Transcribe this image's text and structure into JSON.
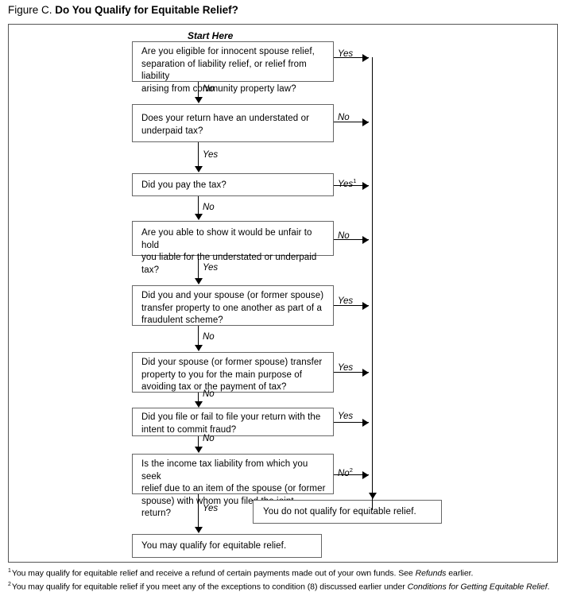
{
  "figure": {
    "label": "Figure C.",
    "title": "Do You Qualify for Equitable Relief?"
  },
  "start_label": "Start Here",
  "nodes": [
    {
      "id": "q1",
      "lines": [
        "Are you eligible for innocent spouse relief,",
        "separation of liability relief, or relief from liability",
        "arising from community property law?"
      ],
      "exit_label": "Yes",
      "exit_superscript": "",
      "down_label": "No"
    },
    {
      "id": "q2",
      "lines": [
        "Does your return have an understated or",
        "underpaid tax?"
      ],
      "exit_label": "No",
      "exit_superscript": "",
      "down_label": "Yes"
    },
    {
      "id": "q3",
      "lines": [
        "Did you pay the tax?"
      ],
      "exit_label": "Yes",
      "exit_superscript": "1",
      "down_label": "No"
    },
    {
      "id": "q4",
      "lines": [
        "Are you able to show it would be unfair to hold",
        "you liable for the understated or underpaid tax?"
      ],
      "exit_label": "No",
      "exit_superscript": "",
      "down_label": "Yes"
    },
    {
      "id": "q5",
      "lines": [
        "Did you and your spouse (or former spouse)",
        "transfer property to one another as part of a",
        "fraudulent scheme?"
      ],
      "exit_label": "Yes",
      "exit_superscript": "",
      "down_label": "No"
    },
    {
      "id": "q6",
      "lines": [
        "Did your spouse (or former spouse) transfer",
        "property to you for the main purpose of",
        "avoiding tax or the payment of tax?"
      ],
      "exit_label": "Yes",
      "exit_superscript": "",
      "down_label": "No"
    },
    {
      "id": "q7",
      "lines": [
        "Did you file or fail to file your return with the",
        "intent to commit fraud?"
      ],
      "exit_label": "Yes",
      "exit_superscript": "",
      "down_label": "No"
    },
    {
      "id": "q8",
      "lines": [
        "Is the income tax liability from which you seek",
        "relief due to an item of the spouse (or former",
        "spouse) with whom you filed the joint return?"
      ],
      "exit_label": "No",
      "exit_superscript": "2",
      "down_label": "Yes"
    }
  ],
  "outcomes": {
    "negative": "You do not qualify for equitable relief.",
    "positive": "You may qualify for equitable relief."
  },
  "footnotes": [
    {
      "marker": "1",
      "parts": [
        {
          "text": "You may qualify for equitable relief and receive a refund of certain payments made out of your own funds. See ",
          "italic": false
        },
        {
          "text": "Refunds",
          "italic": true
        },
        {
          "text": " earlier.",
          "italic": false
        }
      ]
    },
    {
      "marker": "2",
      "parts": [
        {
          "text": "You may qualify for equitable relief if you meet any of the exceptions to condition (8) discussed earlier under ",
          "italic": false
        },
        {
          "text": "Conditions for Getting Equitable Relief",
          "italic": true
        },
        {
          "text": ".",
          "italic": false
        }
      ]
    }
  ]
}
